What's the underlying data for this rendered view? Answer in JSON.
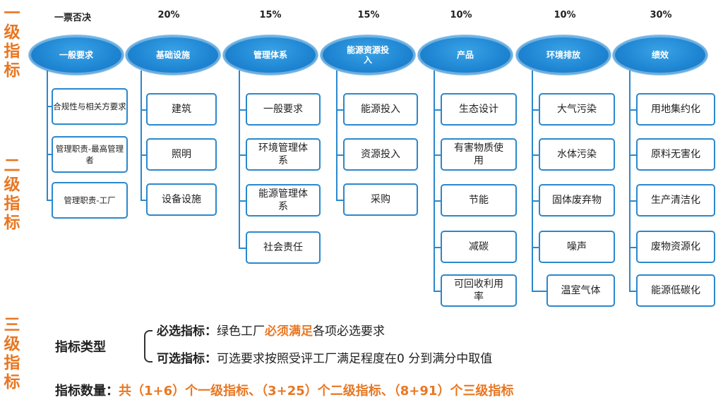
{
  "tier_labels": {
    "level1": [
      "一",
      "级",
      "指",
      "标"
    ],
    "level2": [
      "二",
      "级",
      "指",
      "标"
    ],
    "level3": [
      "三",
      "级",
      "指",
      "标"
    ]
  },
  "columns": [
    {
      "weight": "一票否决",
      "category": "一般要求",
      "items": [
        "合规性与相关方要求",
        "管理职责-最高管理者",
        "管理职责-工厂"
      ]
    },
    {
      "weight": "20%",
      "category": "基础设施",
      "items": [
        "建筑",
        "照明",
        "设备设施"
      ]
    },
    {
      "weight": "15%",
      "category": "管理体系",
      "items": [
        "一般要求",
        "环境管理体系",
        "能源管理体系",
        "社会责任"
      ]
    },
    {
      "weight": "15%",
      "category": "能源资源投入",
      "items": [
        "能源投入",
        "资源投入",
        "采购"
      ]
    },
    {
      "weight": "10%",
      "category": "产品",
      "items": [
        "生态设计",
        "有害物质使用",
        "节能",
        "减碳",
        "可回收利用率"
      ]
    },
    {
      "weight": "10%",
      "category": "环境排放",
      "items": [
        "大气污染",
        "水体污染",
        "固体废弃物",
        "噪声",
        "温室气体"
      ]
    },
    {
      "weight": "30%",
      "category": "绩效",
      "items": [
        "用地集约化",
        "原料无害化",
        "生产清洁化",
        "废物资源化",
        "能源低碳化"
      ]
    }
  ],
  "bottom": {
    "type_label": "指标类型",
    "required_label": "必选指标：",
    "required_text_1": "绿色工厂",
    "required_text_highlight": "必须满足",
    "required_text_2": "各项必选要求",
    "optional_label": "可选指标：",
    "optional_text": "可选要求按照受评工厂满足程度在0 分到满分中取值",
    "count_label": "指标数量：",
    "count_text": "共（1+6）个一级指标、（3+25）个二级指标、（8+91）个三级指标"
  },
  "colors": {
    "accent_orange": "#e87722",
    "ellipse_blue": "#1f86d3",
    "line_blue": "#2b88cc"
  }
}
